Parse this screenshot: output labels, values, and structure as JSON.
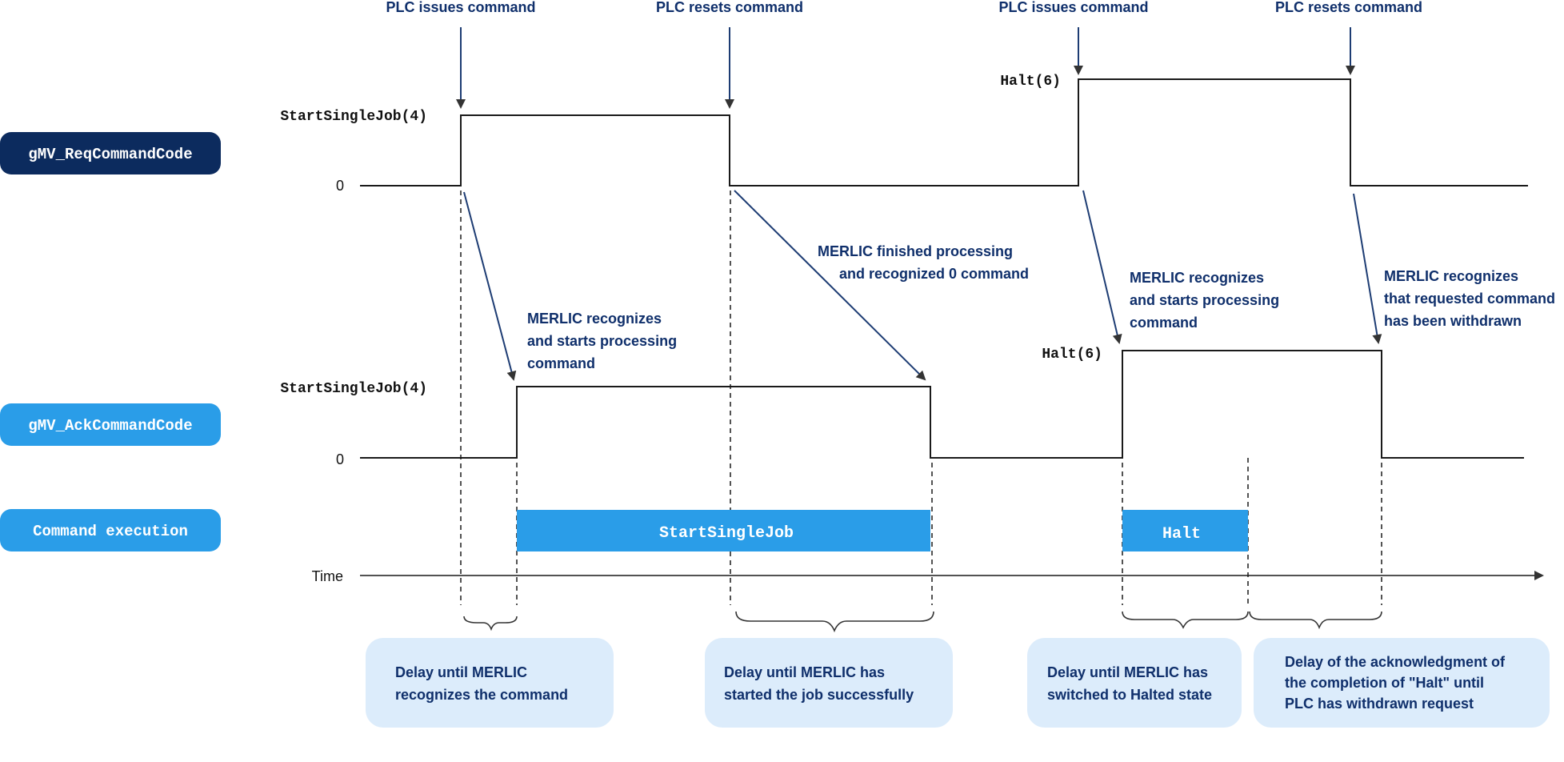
{
  "top_labels": {
    "plc_issues_1": "PLC issues command",
    "plc_resets_1": "PLC resets command",
    "plc_issues_2": "PLC issues command",
    "plc_resets_2": "PLC resets command"
  },
  "rows": {
    "req": "gMV_ReqCommandCode",
    "ack": "gMV_AckCommandCode",
    "exec": "Command execution"
  },
  "signal_values": {
    "start_req": "StartSingleJob(4)",
    "zero_req": "0",
    "halt_req": "Halt(6)",
    "start_ack": "StartSingleJob(4)",
    "zero_ack": "0",
    "halt_ack": "Halt(6)"
  },
  "execution_bars": {
    "start": "StartSingleJob",
    "halt": "Halt"
  },
  "time_label": "Time",
  "annotations": {
    "recognizes_1": [
      "MERLIC recognizes",
      "and starts processing",
      "command"
    ],
    "finished": [
      "MERLIC finished processing",
      "and recognized 0 command"
    ],
    "recognizes_2": [
      "MERLIC recognizes",
      "and starts processing",
      "command"
    ],
    "withdrawn": [
      "MERLIC recognizes",
      "that requested command",
      "has been withdrawn"
    ]
  },
  "delay_boxes": {
    "box1": [
      "Delay until MERLIC",
      "recognizes the command"
    ],
    "box2": [
      "Delay until MERLIC has",
      "started the job successfully"
    ],
    "box3": [
      "Delay until MERLIC has",
      "switched to Halted state"
    ],
    "box4": [
      "Delay of the acknowledgment of",
      "the completion of \"Halt\" until",
      "PLC has withdrawn request"
    ]
  },
  "colors": {
    "dark_navy": "#0c2b5e",
    "light_blue": "#2a9de8",
    "box_fill": "#dcecfb",
    "text_navy": "#0f2f6b"
  }
}
